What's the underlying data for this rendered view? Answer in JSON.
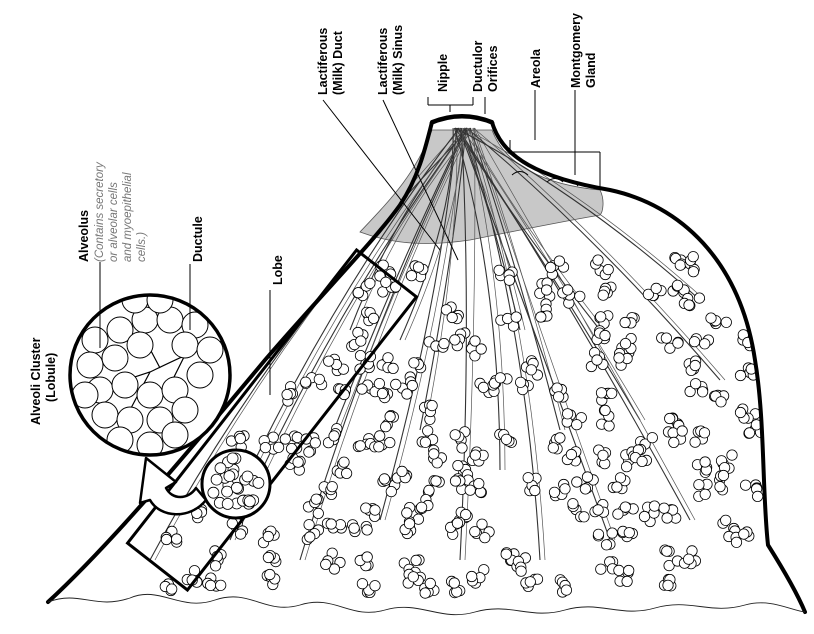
{
  "labels": {
    "alveoli_cluster_1": "Alveoli Cluster",
    "alveoli_cluster_2": "(Lobule)",
    "alveolus": "Alveolus",
    "alveolus_note_1": "(Contains secretory",
    "alveolus_note_2": "or alveolar cells",
    "alveolus_note_3": "and myoepithelial",
    "alveolus_note_4": "cells.)",
    "ductule": "Ductule",
    "lobe": "Lobe",
    "lactiferous_duct_1": "Lactiferous",
    "lactiferous_duct_2": "(Milk) Duct",
    "lactiferous_sinus_1": "Lactiferous",
    "lactiferous_sinus_2": "(Milk) Sinus",
    "nipple": "Nipple",
    "ductulor_orifices_1": "Ductulor",
    "ductulor_orifices_2": "Orifices",
    "areola": "Areola",
    "montgomery_gland_1": "Montgomery",
    "montgomery_gland_2": "Gland"
  },
  "colors": {
    "outline": "#000000",
    "areola_fill": "#c8c8c8",
    "note_text": "#777777",
    "background": "#ffffff"
  }
}
